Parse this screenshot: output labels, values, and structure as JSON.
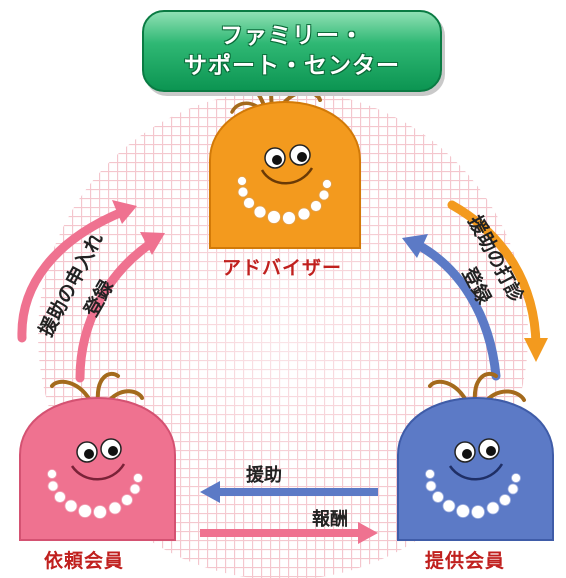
{
  "title": {
    "line1": "ファミリー・",
    "line2": "サポート・センター"
  },
  "roles": {
    "adviser": "アドバイザー",
    "requester": "依頼会員",
    "provider": "提供会員"
  },
  "arrows": {
    "left_outer": "援助の申入れ",
    "left_inner": "登録",
    "right_outer": "援助の打診",
    "right_inner": "登録",
    "bottom_top": "援助",
    "bottom_bottom": "報酬"
  },
  "colors": {
    "adviser": "#f39a1e",
    "requester": "#ef7290",
    "provider": "#5c7ac6",
    "title": "#16a35f",
    "label_red": "#c0201e",
    "background_grid": "#f6c9cf"
  }
}
